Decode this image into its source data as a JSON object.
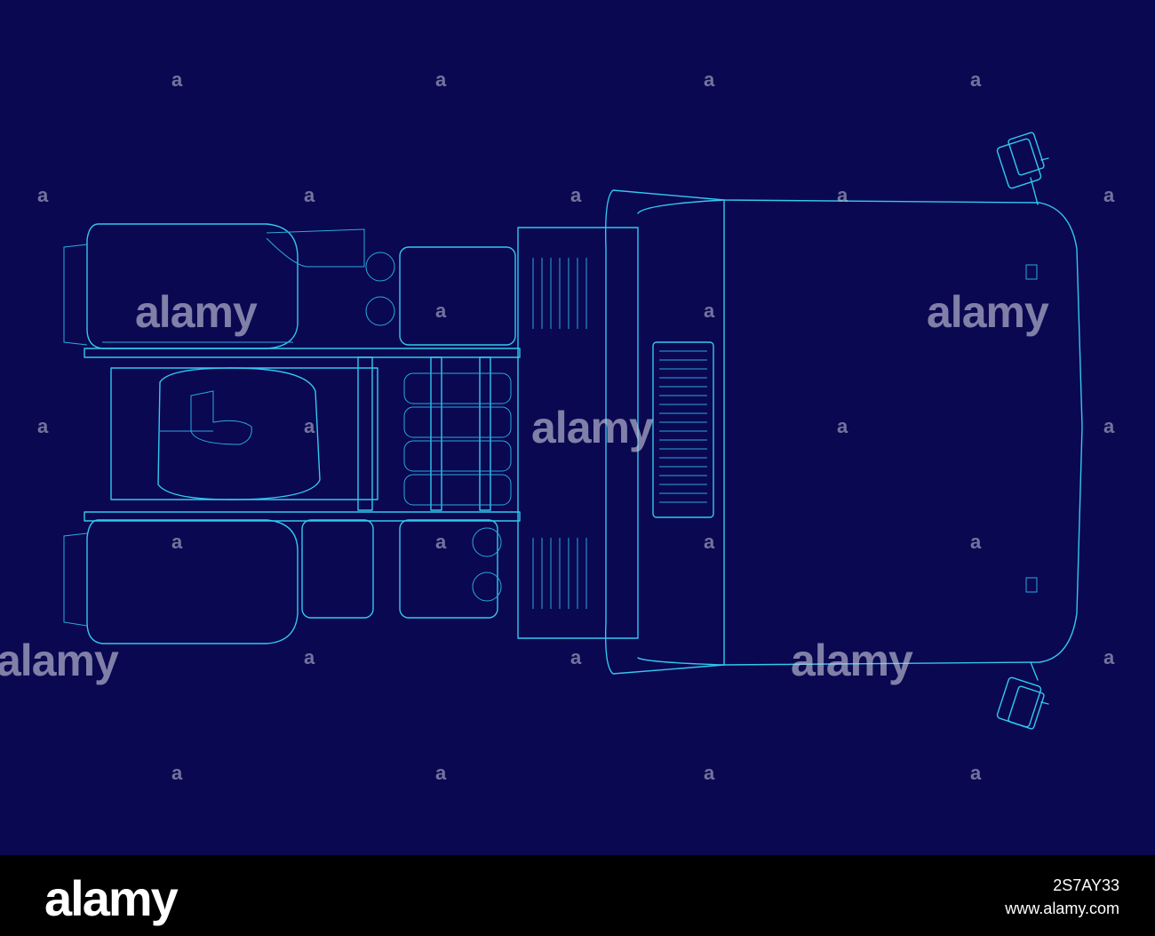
{
  "watermark": {
    "brand": "alamy",
    "small_mark": "a"
  },
  "footer": {
    "logo": "alamy",
    "image_id": "2S7AY33",
    "url": "www.alamy.com"
  }
}
